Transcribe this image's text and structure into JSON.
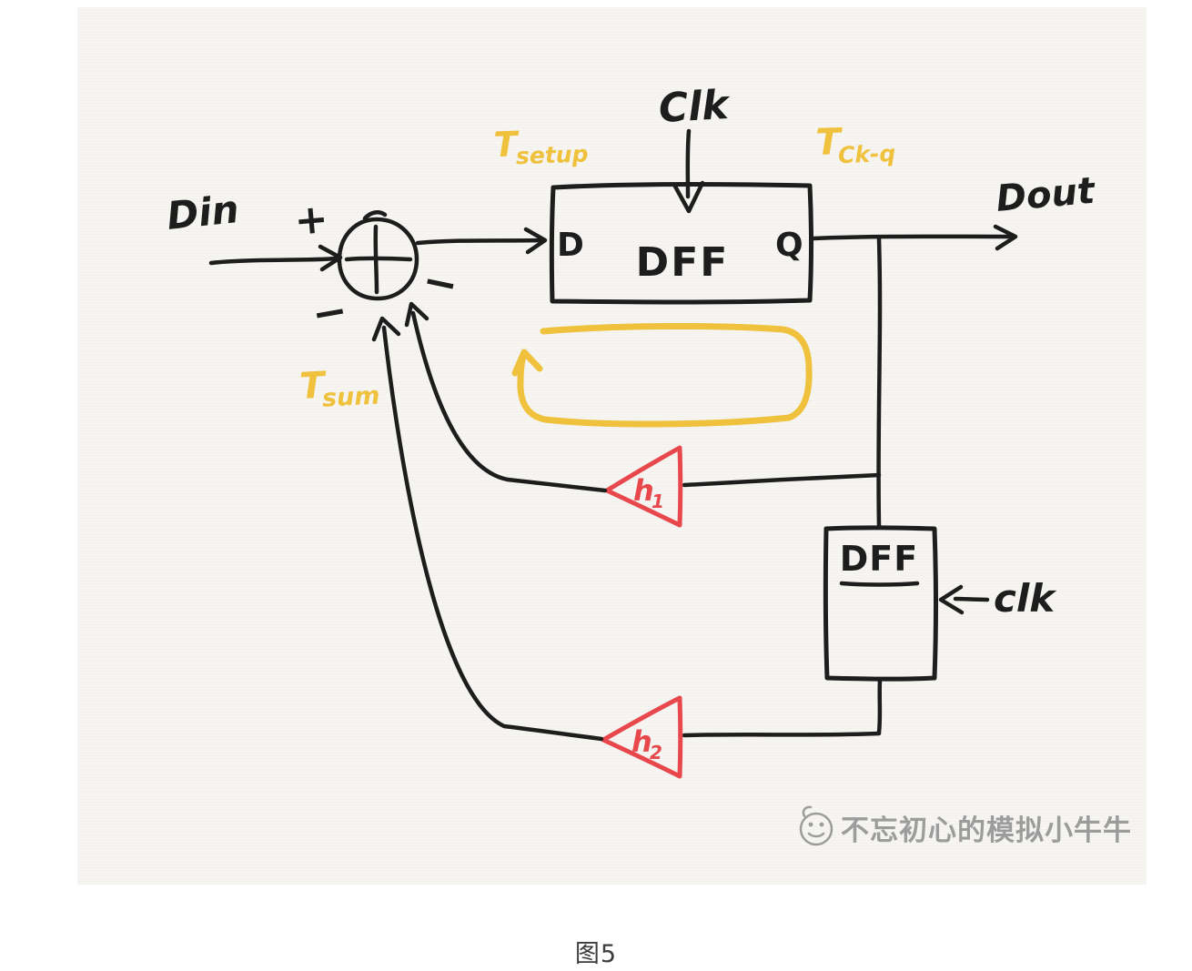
{
  "page": {
    "caption": "图5"
  },
  "diagram": {
    "labels": {
      "din": "Din",
      "dout": "Dout",
      "clk_top": "Clk",
      "clk_side": "clk",
      "plus": "+",
      "minus_a": "−",
      "minus_b": "−",
      "dff1_d": "D",
      "dff1_name": "DFF",
      "dff1_q": "Q",
      "dff2_name": "DFF"
    },
    "gains": {
      "h1_base": "h",
      "h1_sub": "1",
      "h2_base": "h",
      "h2_sub": "2"
    },
    "timing": {
      "tsetup_base": "T",
      "tsetup_sub": "setup",
      "tckq_base": "T",
      "tckq_sub": "Ck-q",
      "tsum_base": "T",
      "tsum_sub": "sum"
    },
    "watermark": {
      "text": "不忘初心的模拟小牛牛"
    },
    "colors": {
      "ink": "#1d1d1d",
      "highlight_yellow": "#efc13c",
      "gain_red": "#e8484c",
      "watermark_gray": "#9c9c9c",
      "paper": "#f6f5f2"
    }
  }
}
